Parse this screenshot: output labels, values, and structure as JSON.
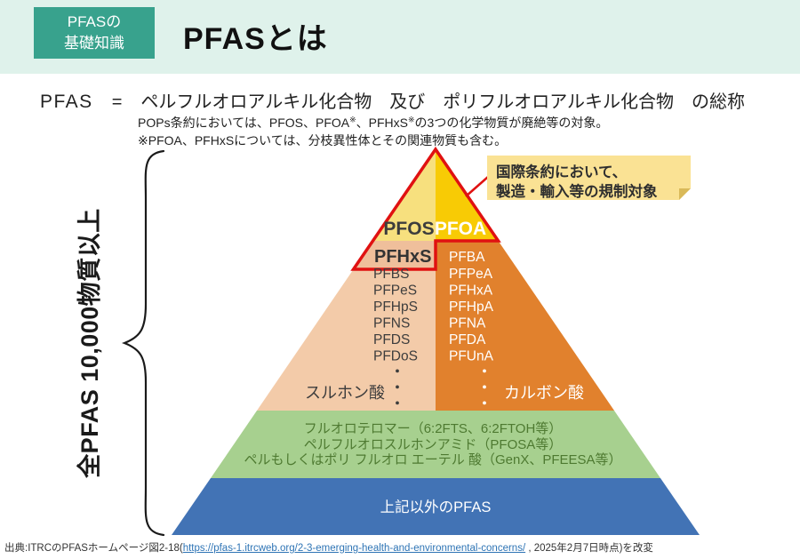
{
  "header": {
    "badge_line1": "PFASの",
    "badge_line2": "基礎知識",
    "title": "PFASとは"
  },
  "definition": {
    "term": "PFAS",
    "equals": "=",
    "summary": "ペルフルオロアルキル化合物　及び　ポリフルオロアルキル化合物　の総称",
    "note_pre": "POPs条約においては、PFOS、PFOA",
    "note_sup1": "※",
    "note_mid": "、PFHxS",
    "note_sup2": "※",
    "note_post": "の3つの化学物質が廃絶等の対象。",
    "footnote": "※PFOA、PFHxSについては、分枝異性体とその関連物質も含む。"
  },
  "callout": {
    "line1": "国際条約において、",
    "line2": "製造・輸入等の規制対象"
  },
  "axis_label": "全PFAS 10,000物質以上",
  "pyramid": {
    "dots_char": "・",
    "apex": {
      "left": "PFOS",
      "right": "PFOA"
    },
    "sulfonic": {
      "highlight": "PFHxS",
      "items": [
        "PFBS",
        "PFPeS",
        "PFHpS",
        "PFNS",
        "PFDS",
        "PFDoS"
      ],
      "label": "スルホン酸"
    },
    "carboxylic": {
      "items": [
        "PFBA",
        "PFPeA",
        "PFHxA",
        "PFHpA",
        "PFNA",
        "PFDA",
        "PFUnA"
      ],
      "label": "カルボン酸"
    },
    "ether_layer": {
      "line1": "フルオロテロマー（6:2FTS、6:2FTOH等）",
      "line2": "ペルフルオロスルホンアミド（PFOSA等）",
      "line3": "ペルもしくはポリ フルオロ エーテル 酸（GenX、PFEESA等）"
    },
    "other_layer": {
      "label": "上記以外のPFAS"
    }
  },
  "source": {
    "prefix": "出典:ITRCのPFASホームページ図2-18(",
    "link": "https://pfas-1.itrcweb.org/2-3-emerging-health-and-environmental-concerns/",
    "suffix": " , 2025年2月7日時点)を改変"
  },
  "colors": {
    "header_bg": "#DFF2EB",
    "badge": "#38A28D",
    "highlight_red": "#E01111",
    "apex_left": "#F7E07E",
    "apex_right": "#F8CB05",
    "sulfonic_bg": "#F3CBA9",
    "sulfonic_highlight_bg": "#EFBF9B",
    "carboxylic_bg": "#E1812D",
    "ether_bg": "#A7D08F",
    "ether_text": "#4E7A31",
    "other_bg": "#4273B5",
    "callout_bg": "#FAE294",
    "callout_fold": "#D9B959",
    "link": "#2E74B5"
  }
}
